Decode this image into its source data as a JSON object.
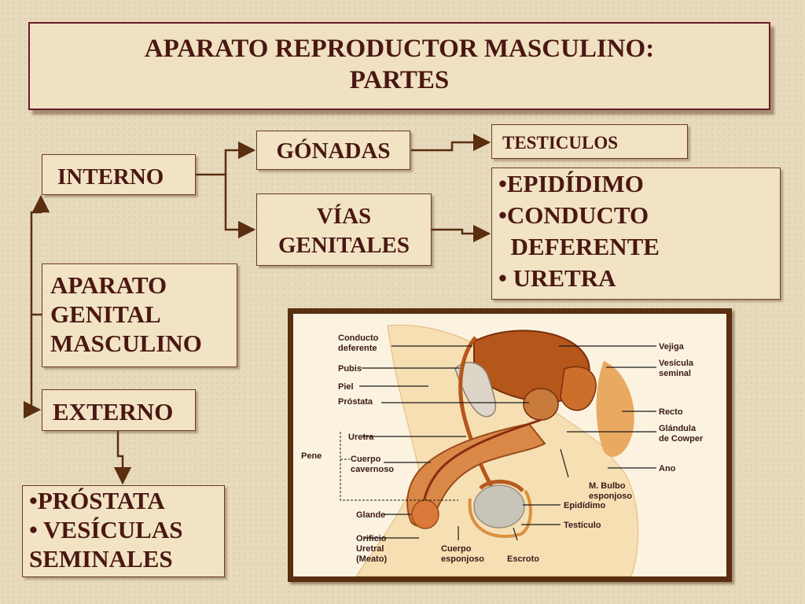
{
  "title": {
    "line1": "APARATO REPRODUCTOR MASCULINO:",
    "line2": "PARTES"
  },
  "boxes": {
    "interno": "INTERNO",
    "gonadas": "GÓNADAS",
    "testiculos": "TESTICULOS",
    "vias": {
      "line1": "VÍAS",
      "line2": "GENITALES"
    },
    "vias_list": [
      "•EPIDÍDIMO",
      "•CONDUCTO",
      "  DEFERENTE",
      "• URETRA"
    ],
    "aparato": {
      "line1": "APARATO",
      "line2": "GENITAL",
      "line3": "MASCULINO"
    },
    "externo": "EXTERNO",
    "externo_list": [
      "•PRÓSTATA",
      "• VESÍCULAS",
      "SEMINALES"
    ]
  },
  "anatomy_labels": {
    "conducto_deferente": [
      "Conducto",
      "deferente"
    ],
    "pubis": "Pubis",
    "piel": "Piel",
    "prostata": "Próstata",
    "uretra": "Uretra",
    "pene": "Pene",
    "cuerpo_cavernoso": [
      "Cuerpo",
      "cavernoso"
    ],
    "glande": "Glande",
    "orificio_uretral": [
      "Orificio",
      "Uretral",
      "(Meato)"
    ],
    "cuerpo_esponjoso": [
      "Cuerpo",
      "esponjoso"
    ],
    "escroto": "Escroto",
    "vejiga": "Vejiga",
    "vesicula_seminal": [
      "Vesícula",
      "seminal"
    ],
    "recto": "Recto",
    "glandula_cowper": [
      "Glándula",
      "de Cowper"
    ],
    "ano": "Ano",
    "bulbo": [
      "M. Bulbo",
      "esponjoso"
    ],
    "epididimo": "Epidídimo",
    "testiculo": "Testículo"
  },
  "colors": {
    "background": "#e7d9bb",
    "box_fill": "#f1e3c4",
    "text": "#4a1712",
    "title_border": "#6a1a2a",
    "arrow": "#5a2e10",
    "frame": "#5a2e10"
  }
}
